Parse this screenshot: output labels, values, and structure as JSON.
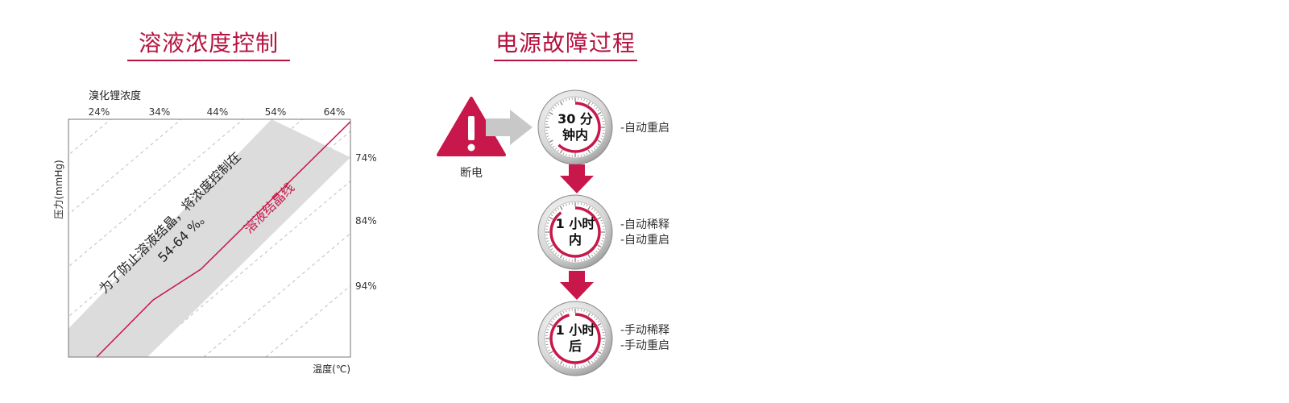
{
  "sections": {
    "concentration_title": "溶液浓度控制",
    "power_title": "电源故障过程"
  },
  "chart_data": {
    "type": "line",
    "title": "",
    "top_axis_label": "溴化锂浓度",
    "top_ticks": [
      "24%",
      "34%",
      "44%",
      "54%",
      "64%"
    ],
    "right_ticks": [
      "74%",
      "84%",
      "94%"
    ],
    "ylabel": "压力(mmHg)",
    "xlabel": "温度(℃)",
    "band_text": [
      "为了防止溶液结晶，将浓度控制在",
      "54-64 %。"
    ],
    "series": [
      {
        "name": "溶液结晶线",
        "x": [
          0.1,
          0.3,
          0.47,
          1.0
        ],
        "y": [
          0.0,
          0.24,
          0.37,
          0.99
        ]
      }
    ],
    "band": {
      "lower": [
        [
          0.0,
          0.12
        ],
        [
          0.72,
          1.0
        ]
      ],
      "upper": [
        [
          0.0,
          0.0
        ],
        [
          0.28,
          0.0
        ],
        [
          1.0,
          0.84
        ]
      ]
    },
    "colors": {
      "line": "#c8174a",
      "band": "#dcdcdc",
      "grid": "#bdbdbd",
      "axis": "#777777"
    }
  },
  "power_failure": {
    "warning_label": "断电",
    "steps": [
      {
        "clock_text": "30 分\n钟内",
        "notes": [
          "-自动重启"
        ]
      },
      {
        "clock_text": "1 小时\n内",
        "notes": [
          "-自动稀释",
          "-自动重启"
        ]
      },
      {
        "clock_text": "1 小时\n后",
        "notes": [
          "-手动稀释",
          "-手动重启"
        ]
      }
    ],
    "colors": {
      "accent": "#c8174a",
      "arrow_gray": "#c8c8c8"
    },
    "icons": [
      "warning-triangle-icon",
      "right-arrow-icon",
      "down-arrow-icon",
      "clock-icon"
    ]
  }
}
